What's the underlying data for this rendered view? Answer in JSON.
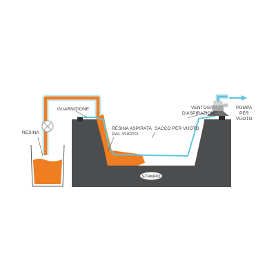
{
  "labels": {
    "resina": "RESINA",
    "guarnizione": "GUARNIZIONE",
    "resina_aspirata_1": "RESINA ASPIRATA",
    "resina_aspirata_2": "DAL VUOTO",
    "sacco_per_vuoto": "SACCO PER VUOTO",
    "ventosa_1": "VENTOSA",
    "ventosa_2": "D'ASPIRAZIONE",
    "pompa_1": "POMPA",
    "pompa_2": "PER",
    "pompa_3": "VUOTO",
    "stampo": "STAMPO"
  },
  "colors": {
    "mold": "#4b4d4f",
    "resin": "#ef7d22",
    "bag": "#5ec6dc",
    "tube_outer": "#bfe6ef",
    "label": "#333333",
    "stampo_badge": "#ffffff",
    "arrow": "#5ec6dc"
  }
}
